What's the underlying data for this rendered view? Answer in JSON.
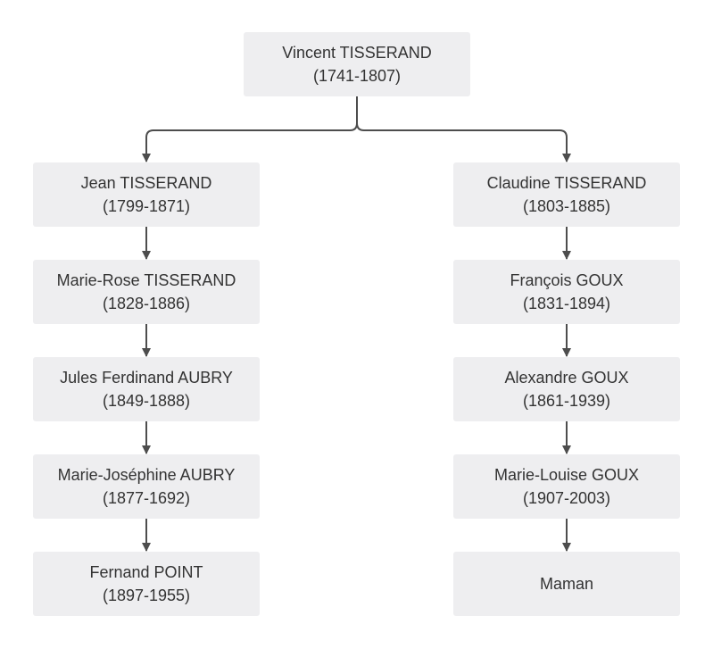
{
  "colors": {
    "box_fill": "#eeeef0",
    "connector": "#4d4d4d",
    "text": "#333333"
  },
  "root": {
    "name": "Vincent TISSERAND",
    "dates": "(1741-1807)"
  },
  "left_branch": [
    {
      "name": "Jean TISSERAND",
      "dates": "(1799-1871)"
    },
    {
      "name": "Marie-Rose TISSERAND",
      "dates": "(1828-1886)"
    },
    {
      "name": "Jules Ferdinand AUBRY",
      "dates": "(1849-1888)"
    },
    {
      "name": "Marie-Joséphine AUBRY",
      "dates": "(1877-1692)"
    },
    {
      "name": "Fernand POINT",
      "dates": "(1897-1955)"
    }
  ],
  "right_branch": [
    {
      "name": "Claudine TISSERAND",
      "dates": "(1803-1885)"
    },
    {
      "name": "François GOUX",
      "dates": "(1831-1894)"
    },
    {
      "name": "Alexandre GOUX",
      "dates": "(1861-1939)"
    },
    {
      "name": "Marie-Louise GOUX",
      "dates": "(1907-2003)"
    },
    {
      "name": "Maman"
    }
  ]
}
